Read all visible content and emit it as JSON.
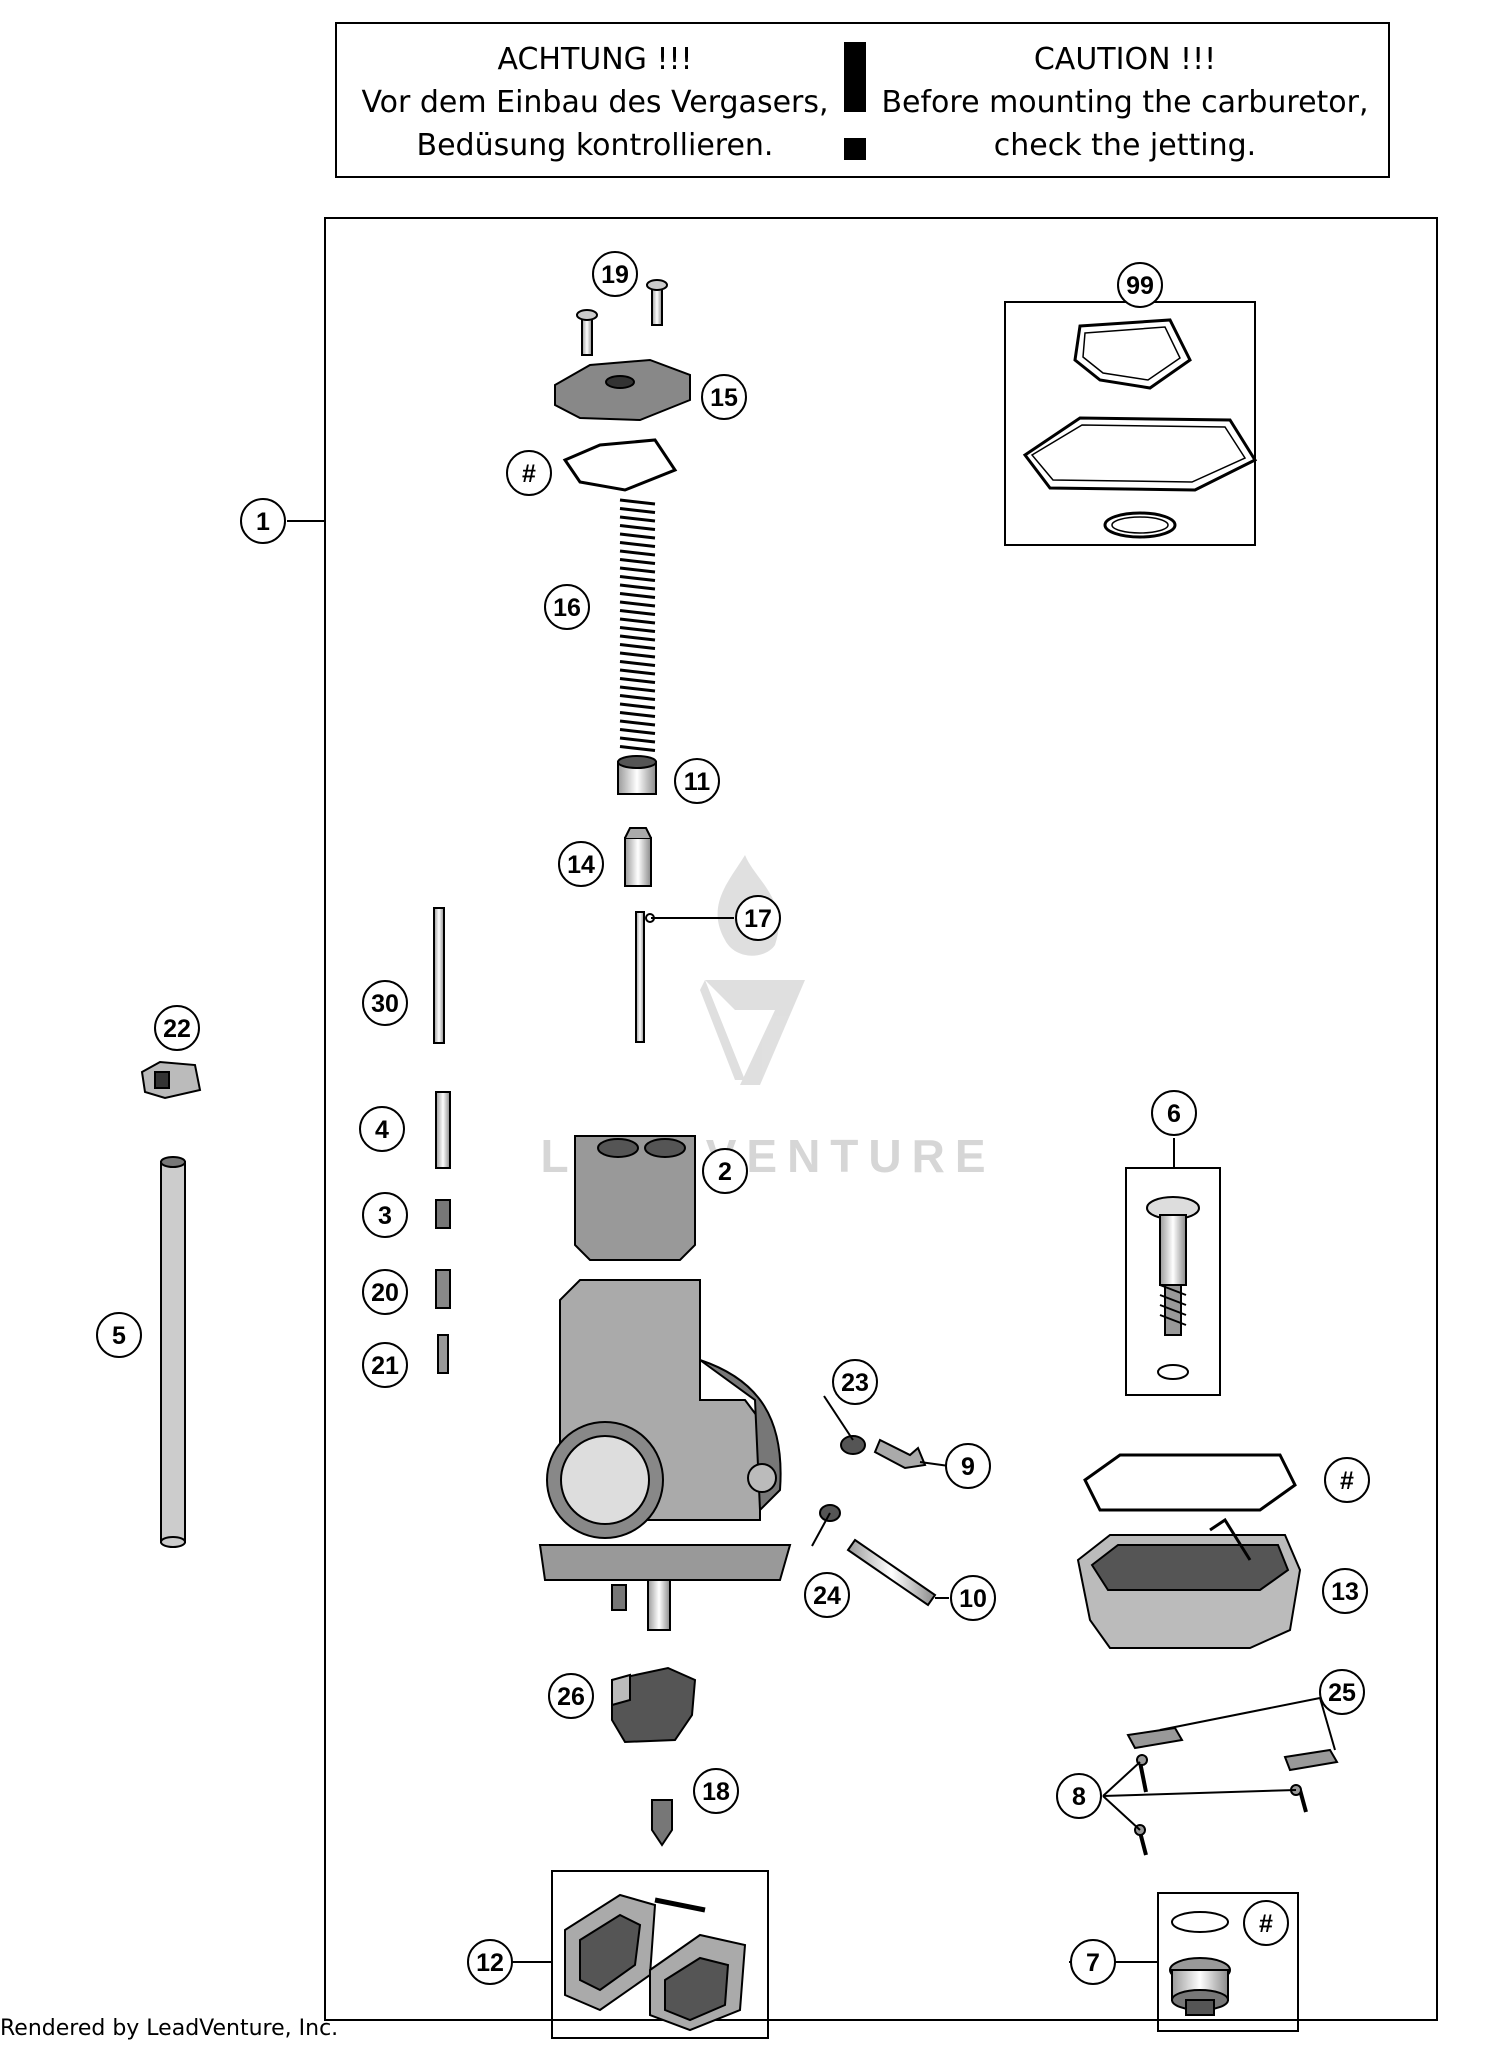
{
  "warning": {
    "de": [
      "ACHTUNG !!!",
      "Vor dem Einbau des Vergasers,",
      "Bedüsung kontrollieren."
    ],
    "en": [
      "CAUTION !!!",
      "Before mounting the carburetor,",
      "check the jetting."
    ]
  },
  "callouts": {
    "c1": "1",
    "c2": "2",
    "c3": "3",
    "c4": "4",
    "c5": "5",
    "c6": "6",
    "c7": "7",
    "c8": "8",
    "c9": "9",
    "c10": "10",
    "c11": "11",
    "c12": "12",
    "c13": "13",
    "c14": "14",
    "c15": "15",
    "c16": "16",
    "c17": "17",
    "c18": "18",
    "c19": "19",
    "c20": "20",
    "c21": "21",
    "c22": "22",
    "c23": "23",
    "c24": "24",
    "c25": "25",
    "c26": "26",
    "c30": "30",
    "c99": "99",
    "hash1": "#",
    "hash2": "#",
    "hash3": "#"
  },
  "watermark": "LEADVENTURE",
  "footer": "Rendered by LeadVenture, Inc."
}
